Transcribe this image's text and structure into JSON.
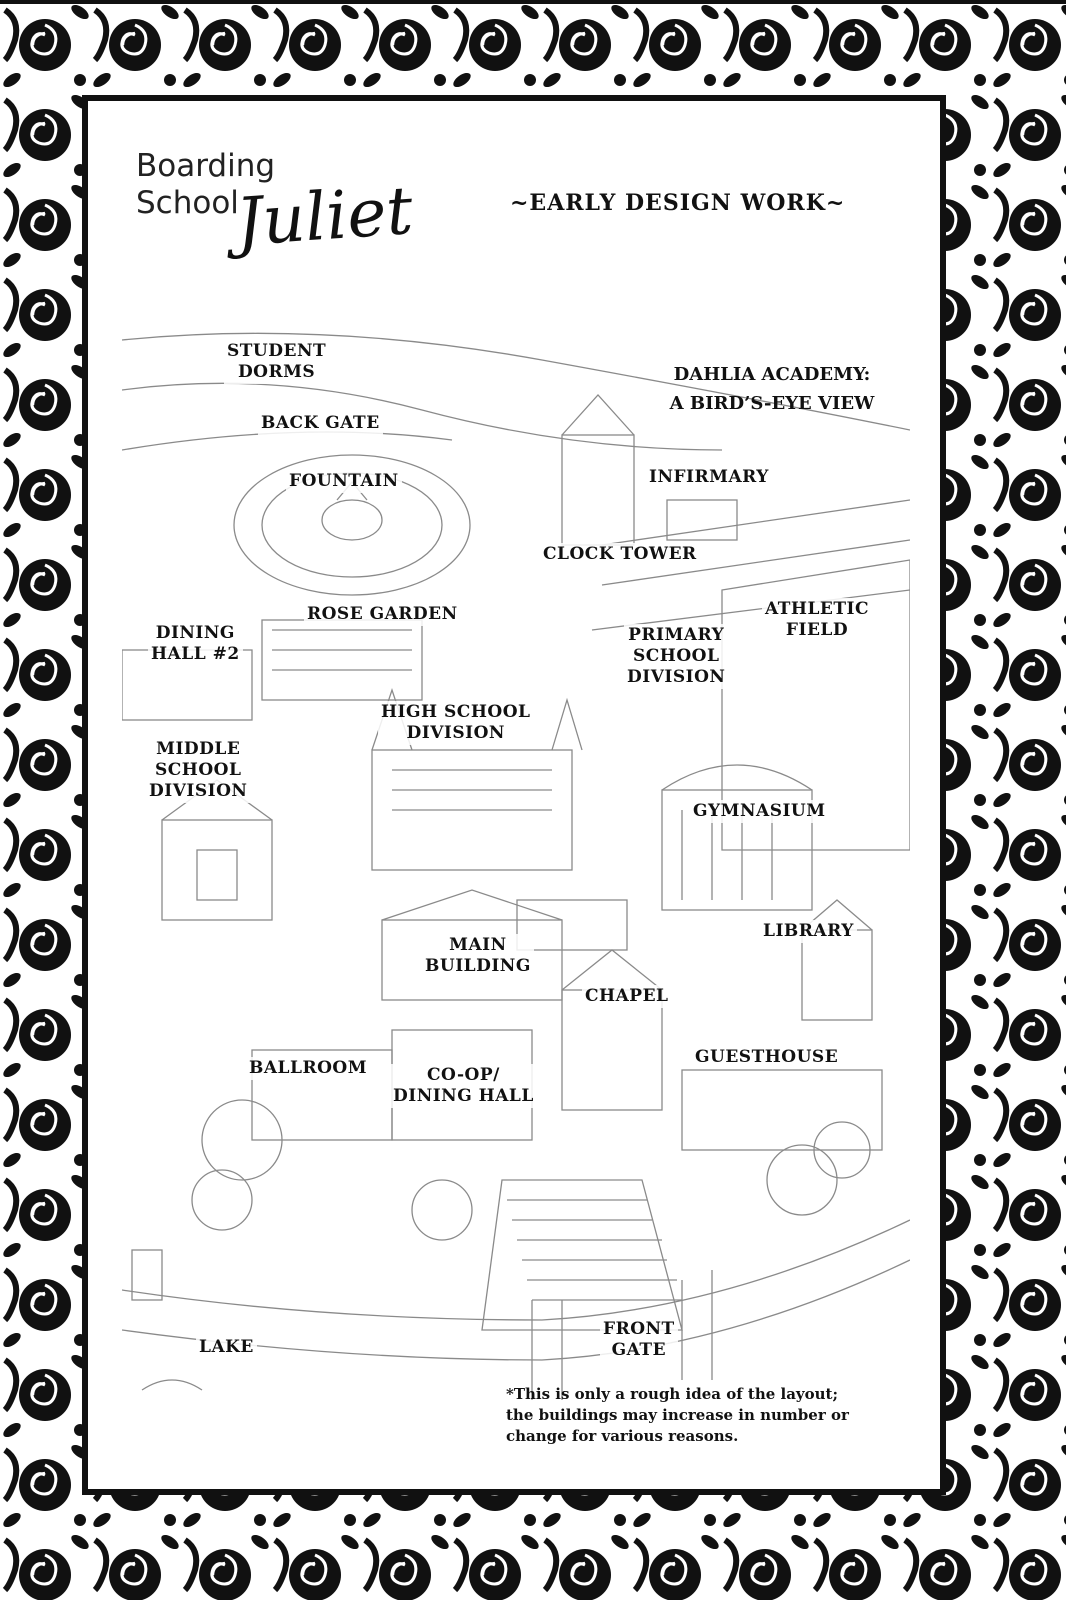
{
  "logo": {
    "line1": "Boarding\nSchool",
    "script": "Juliet"
  },
  "header_right": "~EARLY DESIGN WORK~",
  "map_title": "DAHLIA ACADEMY:\nA BIRD’S-EYE VIEW",
  "labels": {
    "student_dorms": "STUDENT\nDORMS",
    "back_gate": "BACK GATE",
    "fountain": "FOUNTAIN",
    "infirmary": "INFIRMARY",
    "clock_tower": "CLOCK TOWER",
    "rose_garden": "ROSE GARDEN",
    "dining_hall_2": "DINING\nHALL #2",
    "athletic_field": "ATHLETIC\nFIELD",
    "primary_school": "PRIMARY\nSCHOOL\nDIVISION",
    "high_school": "HIGH SCHOOL\nDIVISION",
    "middle_school": "MIDDLE\nSCHOOL\nDIVISION",
    "gymnasium": "GYMNASIUM",
    "library": "LIBRARY",
    "main_building": "MAIN\nBUILDING",
    "chapel": "CHAPEL",
    "ballroom": "BALLROOM",
    "coop_dining": "CO-OP/\nDINING HALL",
    "guesthouse": "GUESTHOUSE",
    "front_gate": "FRONT\nGATE",
    "lake": "LAKE"
  },
  "footnote": "*This is only a rough idea of the layout;\nthe buildings may increase in number or\nchange for various reasons.",
  "colors": {
    "ink": "#111111",
    "sketch": "#8a8a8a",
    "paper": "#ffffff"
  }
}
